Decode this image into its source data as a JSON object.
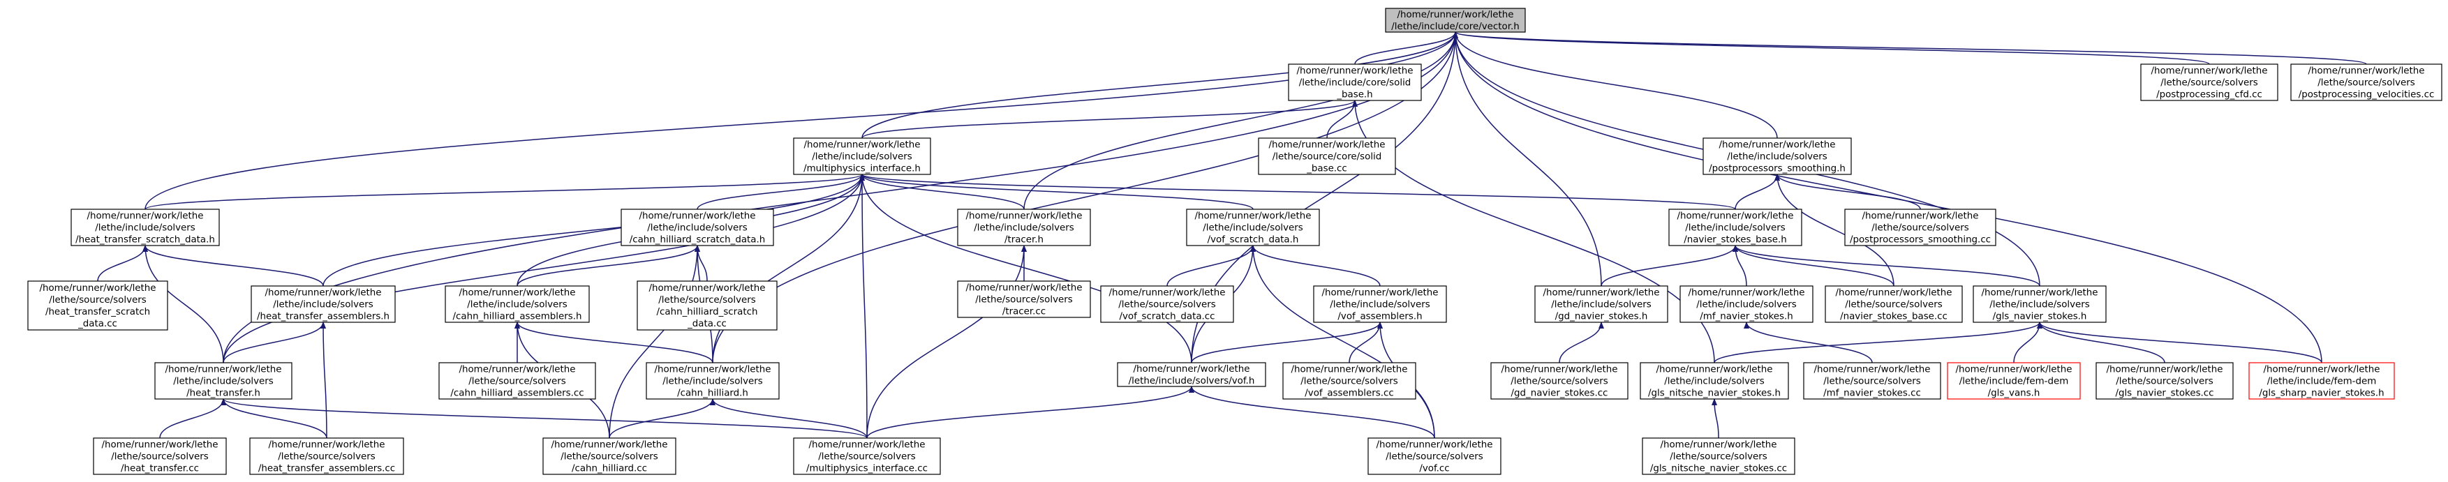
{
  "graph": {
    "title": "",
    "nodes": [
      {
        "id": "vector_h",
        "lines": [
          "/home/runner/work/lethe",
          "/lethe/include/core/vector.h"
        ],
        "style": "root"
      },
      {
        "id": "solid_base_h",
        "lines": [
          "/home/runner/work/lethe",
          "/lethe/include/core/solid",
          "_base.h"
        ],
        "style": "normal"
      },
      {
        "id": "postprocessing_cfd_cc",
        "lines": [
          "/home/runner/work/lethe",
          "/lethe/source/solvers",
          "/postprocessing_cfd.cc"
        ],
        "style": "normal"
      },
      {
        "id": "postprocessing_velocities_cc",
        "lines": [
          "/home/runner/work/lethe",
          "/lethe/source/solvers",
          "/postprocessing_velocities.cc"
        ],
        "style": "normal"
      },
      {
        "id": "multiphysics_interface_h",
        "lines": [
          "/home/runner/work/lethe",
          "/lethe/include/solvers",
          "/multiphysics_interface.h"
        ],
        "style": "normal"
      },
      {
        "id": "solid_base_cc",
        "lines": [
          "/home/runner/work/lethe",
          "/lethe/source/core/solid",
          "_base.cc"
        ],
        "style": "normal"
      },
      {
        "id": "postprocessors_smoothing_h",
        "lines": [
          "/home/runner/work/lethe",
          "/lethe/include/solvers",
          "/postprocessors_smoothing.h"
        ],
        "style": "normal"
      },
      {
        "id": "heat_transfer_scratch_data_h",
        "lines": [
          "/home/runner/work/lethe",
          "/lethe/include/solvers",
          "/heat_transfer_scratch_data.h"
        ],
        "style": "normal"
      },
      {
        "id": "cahn_hilliard_scratch_data_h",
        "lines": [
          "/home/runner/work/lethe",
          "/lethe/include/solvers",
          "/cahn_hilliard_scratch_data.h"
        ],
        "style": "normal"
      },
      {
        "id": "tracer_h",
        "lines": [
          "/home/runner/work/lethe",
          "/lethe/include/solvers",
          "/tracer.h"
        ],
        "style": "normal"
      },
      {
        "id": "vof_scratch_data_h",
        "lines": [
          "/home/runner/work/lethe",
          "/lethe/include/solvers",
          "/vof_scratch_data.h"
        ],
        "style": "normal"
      },
      {
        "id": "navier_stokes_base_h",
        "lines": [
          "/home/runner/work/lethe",
          "/lethe/include/solvers",
          "/navier_stokes_base.h"
        ],
        "style": "normal"
      },
      {
        "id": "postprocessors_smoothing_cc",
        "lines": [
          "/home/runner/work/lethe",
          "/lethe/source/solvers",
          "/postprocessors_smoothing.cc"
        ],
        "style": "normal"
      },
      {
        "id": "heat_transfer_scratch_data_cc",
        "lines": [
          "/home/runner/work/lethe",
          "/lethe/source/solvers",
          "/heat_transfer_scratch",
          "_data.cc"
        ],
        "style": "normal"
      },
      {
        "id": "heat_transfer_assemblers_h",
        "lines": [
          "/home/runner/work/lethe",
          "/lethe/include/solvers",
          "/heat_transfer_assemblers.h"
        ],
        "style": "normal"
      },
      {
        "id": "cahn_hilliard_assemblers_h",
        "lines": [
          "/home/runner/work/lethe",
          "/lethe/include/solvers",
          "/cahn_hilliard_assemblers.h"
        ],
        "style": "normal"
      },
      {
        "id": "cahn_hilliard_scratch_data_cc",
        "lines": [
          "/home/runner/work/lethe",
          "/lethe/source/solvers",
          "/cahn_hilliard_scratch",
          "_data.cc"
        ],
        "style": "normal"
      },
      {
        "id": "tracer_cc",
        "lines": [
          "/home/runner/work/lethe",
          "/lethe/source/solvers",
          "/tracer.cc"
        ],
        "style": "normal"
      },
      {
        "id": "vof_scratch_data_cc",
        "lines": [
          "/home/runner/work/lethe",
          "/lethe/source/solvers",
          "/vof_scratch_data.cc"
        ],
        "style": "normal"
      },
      {
        "id": "vof_assemblers_h",
        "lines": [
          "/home/runner/work/lethe",
          "/lethe/include/solvers",
          "/vof_assemblers.h"
        ],
        "style": "normal"
      },
      {
        "id": "gd_navier_stokes_h",
        "lines": [
          "/home/runner/work/lethe",
          "/lethe/include/solvers",
          "/gd_navier_stokes.h"
        ],
        "style": "normal"
      },
      {
        "id": "mf_navier_stokes_h",
        "lines": [
          "/home/runner/work/lethe",
          "/lethe/include/solvers",
          "/mf_navier_stokes.h"
        ],
        "style": "normal"
      },
      {
        "id": "navier_stokes_base_cc",
        "lines": [
          "/home/runner/work/lethe",
          "/lethe/source/solvers",
          "/navier_stokes_base.cc"
        ],
        "style": "normal"
      },
      {
        "id": "gls_navier_stokes_h",
        "lines": [
          "/home/runner/work/lethe",
          "/lethe/include/solvers",
          "/gls_navier_stokes.h"
        ],
        "style": "normal"
      },
      {
        "id": "heat_transfer_h",
        "lines": [
          "/home/runner/work/lethe",
          "/lethe/include/solvers",
          "/heat_transfer.h"
        ],
        "style": "normal"
      },
      {
        "id": "cahn_hilliard_assemblers_cc",
        "lines": [
          "/home/runner/work/lethe",
          "/lethe/source/solvers",
          "/cahn_hilliard_assemblers.cc"
        ],
        "style": "normal"
      },
      {
        "id": "cahn_hilliard_h",
        "lines": [
          "/home/runner/work/lethe",
          "/lethe/include/solvers",
          "/cahn_hilliard.h"
        ],
        "style": "normal"
      },
      {
        "id": "vof_h",
        "lines": [
          "/home/runner/work/lethe",
          "/lethe/include/solvers/vof.h"
        ],
        "style": "normal"
      },
      {
        "id": "vof_assemblers_cc",
        "lines": [
          "/home/runner/work/lethe",
          "/lethe/source/solvers",
          "/vof_assemblers.cc"
        ],
        "style": "normal"
      },
      {
        "id": "gd_navier_stokes_cc",
        "lines": [
          "/home/runner/work/lethe",
          "/lethe/source/solvers",
          "/gd_navier_stokes.cc"
        ],
        "style": "normal"
      },
      {
        "id": "gls_nitsche_navier_stokes_h",
        "lines": [
          "/home/runner/work/lethe",
          "/lethe/include/solvers",
          "/gls_nitsche_navier_stokes.h"
        ],
        "style": "normal"
      },
      {
        "id": "mf_navier_stokes_cc",
        "lines": [
          "/home/runner/work/lethe",
          "/lethe/source/solvers",
          "/mf_navier_stokes.cc"
        ],
        "style": "normal"
      },
      {
        "id": "gls_vans_h",
        "lines": [
          "/home/runner/work/lethe",
          "/lethe/include/fem-dem",
          "/gls_vans.h"
        ],
        "style": "red"
      },
      {
        "id": "gls_navier_stokes_cc",
        "lines": [
          "/home/runner/work/lethe",
          "/lethe/source/solvers",
          "/gls_navier_stokes.cc"
        ],
        "style": "normal"
      },
      {
        "id": "gls_sharp_navier_stokes_h",
        "lines": [
          "/home/runner/work/lethe",
          "/lethe/include/fem-dem",
          "/gls_sharp_navier_stokes.h"
        ],
        "style": "red"
      },
      {
        "id": "heat_transfer_cc",
        "lines": [
          "/home/runner/work/lethe",
          "/lethe/source/solvers",
          "/heat_transfer.cc"
        ],
        "style": "normal"
      },
      {
        "id": "heat_transfer_assemblers_cc",
        "lines": [
          "/home/runner/work/lethe",
          "/lethe/source/solvers",
          "/heat_transfer_assemblers.cc"
        ],
        "style": "normal"
      },
      {
        "id": "cahn_hilliard_cc",
        "lines": [
          "/home/runner/work/lethe",
          "/lethe/source/solvers",
          "/cahn_hilliard.cc"
        ],
        "style": "normal"
      },
      {
        "id": "multiphysics_interface_cc",
        "lines": [
          "/home/runner/work/lethe",
          "/lethe/source/solvers",
          "/multiphysics_interface.cc"
        ],
        "style": "normal"
      },
      {
        "id": "vof_cc",
        "lines": [
          "/home/runner/work/lethe",
          "/lethe/source/solvers",
          "/vof.cc"
        ],
        "style": "normal"
      },
      {
        "id": "gls_nitsche_navier_stokes_cc",
        "lines": [
          "/home/runner/work/lethe",
          "/lethe/source/solvers",
          "/gls_nitsche_navier_stokes.cc"
        ],
        "style": "normal"
      }
    ],
    "edges": [
      [
        "solid_base_h",
        "vector_h"
      ],
      [
        "postprocessing_cfd_cc",
        "vector_h"
      ],
      [
        "postprocessing_velocities_cc",
        "vector_h"
      ],
      [
        "multiphysics_interface_h",
        "vector_h"
      ],
      [
        "postprocessors_smoothing_h",
        "vector_h"
      ],
      [
        "heat_transfer_scratch_data_h",
        "vector_h"
      ],
      [
        "tracer_h",
        "vector_h"
      ],
      [
        "gd_navier_stokes_h",
        "vector_h"
      ],
      [
        "gls_navier_stokes_h",
        "vector_h"
      ],
      [
        "heat_transfer_h",
        "vector_h"
      ],
      [
        "cahn_hilliard_h",
        "vector_h"
      ],
      [
        "vof_h",
        "vector_h"
      ],
      [
        "gls_sharp_navier_stokes_h",
        "vector_h"
      ],
      [
        "multiphysics_interface_h",
        "solid_base_h"
      ],
      [
        "solid_base_cc",
        "solid_base_h"
      ],
      [
        "gls_nitsche_navier_stokes_h",
        "solid_base_h"
      ],
      [
        "heat_transfer_scratch_data_h",
        "multiphysics_interface_h"
      ],
      [
        "cahn_hilliard_scratch_data_h",
        "multiphysics_interface_h"
      ],
      [
        "tracer_h",
        "multiphysics_interface_h"
      ],
      [
        "vof_scratch_data_h",
        "multiphysics_interface_h"
      ],
      [
        "navier_stokes_base_h",
        "multiphysics_interface_h"
      ],
      [
        "heat_transfer_assemblers_h",
        "multiphysics_interface_h"
      ],
      [
        "cahn_hilliard_assemblers_h",
        "multiphysics_interface_h"
      ],
      [
        "heat_transfer_h",
        "multiphysics_interface_h"
      ],
      [
        "cahn_hilliard_h",
        "multiphysics_interface_h"
      ],
      [
        "vof_h",
        "multiphysics_interface_h"
      ],
      [
        "multiphysics_interface_cc",
        "multiphysics_interface_h"
      ],
      [
        "navier_stokes_base_h",
        "postprocessors_smoothing_h"
      ],
      [
        "postprocessors_smoothing_cc",
        "postprocessors_smoothing_h"
      ],
      [
        "navier_stokes_base_cc",
        "postprocessors_smoothing_h"
      ],
      [
        "heat_transfer_scratch_data_cc",
        "heat_transfer_scratch_data_h"
      ],
      [
        "heat_transfer_assemblers_h",
        "heat_transfer_scratch_data_h"
      ],
      [
        "heat_transfer_h",
        "heat_transfer_scratch_data_h"
      ],
      [
        "cahn_hilliard_assemblers_h",
        "cahn_hilliard_scratch_data_h"
      ],
      [
        "cahn_hilliard_scratch_data_cc",
        "cahn_hilliard_scratch_data_h"
      ],
      [
        "cahn_hilliard_h",
        "cahn_hilliard_scratch_data_h"
      ],
      [
        "cahn_hilliard_cc",
        "cahn_hilliard_scratch_data_h"
      ],
      [
        "tracer_cc",
        "tracer_h"
      ],
      [
        "multiphysics_interface_cc",
        "tracer_h"
      ],
      [
        "vof_scratch_data_cc",
        "vof_scratch_data_h"
      ],
      [
        "vof_assemblers_h",
        "vof_scratch_data_h"
      ],
      [
        "vof_h",
        "vof_scratch_data_h"
      ],
      [
        "vof_cc",
        "vof_scratch_data_h"
      ],
      [
        "gd_navier_stokes_h",
        "navier_stokes_base_h"
      ],
      [
        "mf_navier_stokes_h",
        "navier_stokes_base_h"
      ],
      [
        "navier_stokes_base_cc",
        "navier_stokes_base_h"
      ],
      [
        "gls_navier_stokes_h",
        "navier_stokes_base_h"
      ],
      [
        "heat_transfer_h",
        "heat_transfer_assemblers_h"
      ],
      [
        "heat_transfer_assemblers_cc",
        "heat_transfer_assemblers_h"
      ],
      [
        "cahn_hilliard_assemblers_cc",
        "cahn_hilliard_assemblers_h"
      ],
      [
        "cahn_hilliard_h",
        "cahn_hilliard_assemblers_h"
      ],
      [
        "cahn_hilliard_cc",
        "cahn_hilliard_assemblers_h"
      ],
      [
        "vof_h",
        "vof_assemblers_h"
      ],
      [
        "vof_assemblers_cc",
        "vof_assemblers_h"
      ],
      [
        "vof_cc",
        "vof_assemblers_h"
      ],
      [
        "gd_navier_stokes_cc",
        "gd_navier_stokes_h"
      ],
      [
        "mf_navier_stokes_cc",
        "mf_navier_stokes_h"
      ],
      [
        "gls_nitsche_navier_stokes_h",
        "gls_navier_stokes_h"
      ],
      [
        "gls_vans_h",
        "gls_navier_stokes_h"
      ],
      [
        "gls_navier_stokes_cc",
        "gls_navier_stokes_h"
      ],
      [
        "gls_sharp_navier_stokes_h",
        "gls_navier_stokes_h"
      ],
      [
        "heat_transfer_cc",
        "heat_transfer_h"
      ],
      [
        "heat_transfer_assemblers_cc",
        "heat_transfer_h"
      ],
      [
        "multiphysics_interface_cc",
        "heat_transfer_h"
      ],
      [
        "cahn_hilliard_cc",
        "cahn_hilliard_h"
      ],
      [
        "multiphysics_interface_cc",
        "cahn_hilliard_h"
      ],
      [
        "multiphysics_interface_cc",
        "vof_h"
      ],
      [
        "vof_cc",
        "vof_h"
      ],
      [
        "gls_nitsche_navier_stokes_cc",
        "gls_nitsche_navier_stokes_h"
      ]
    ]
  }
}
